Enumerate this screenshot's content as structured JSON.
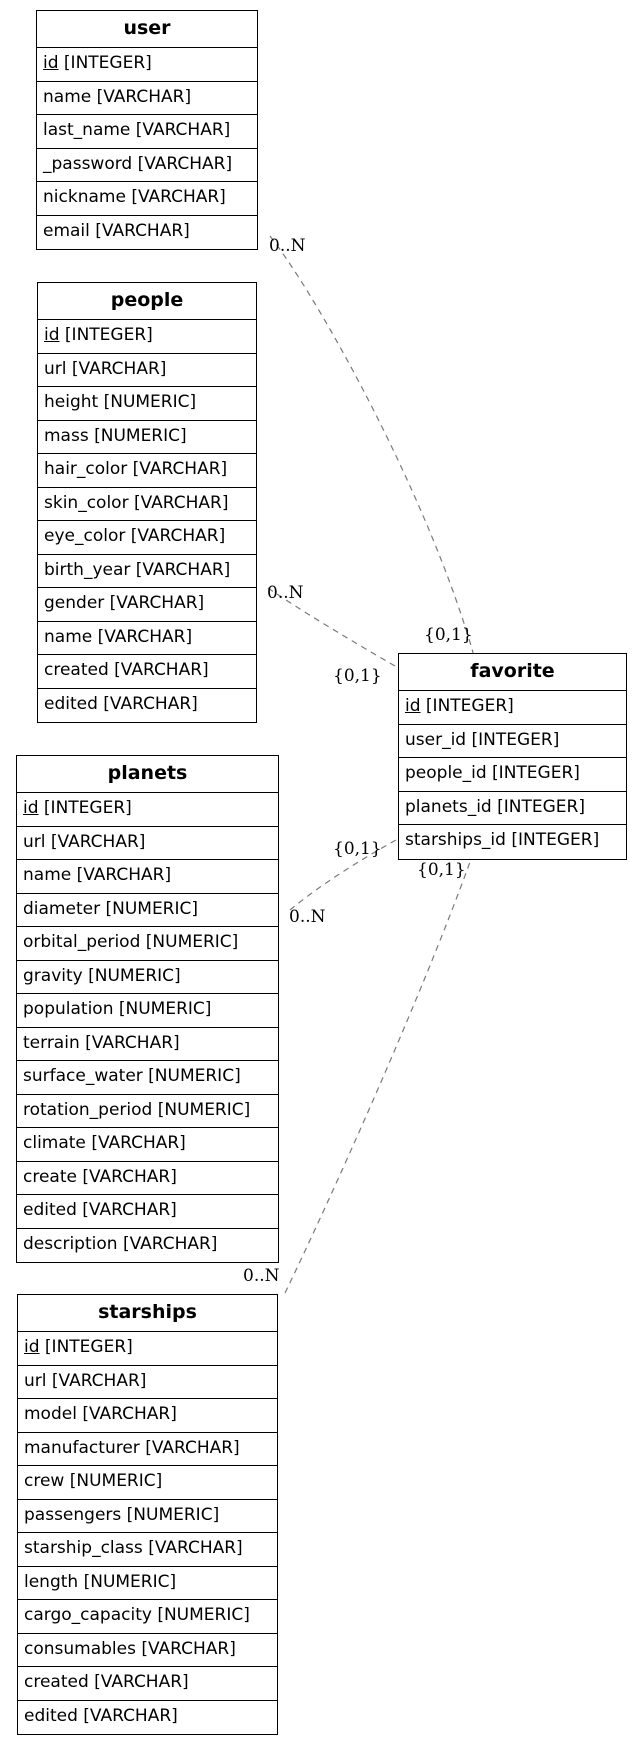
{
  "colors": {
    "border": "#000000",
    "relation_line": "#7a7a7a",
    "background": "#ffffff"
  },
  "entities": {
    "user": {
      "title": "user",
      "fields": [
        {
          "name": "id",
          "type": "[INTEGER]",
          "pk": true
        },
        {
          "name": "name",
          "type": "[VARCHAR]"
        },
        {
          "name": "last_name",
          "type": "[VARCHAR]"
        },
        {
          "name": "_password",
          "type": "[VARCHAR]"
        },
        {
          "name": "nickname",
          "type": "[VARCHAR]"
        },
        {
          "name": "email",
          "type": "[VARCHAR]"
        }
      ]
    },
    "people": {
      "title": "people",
      "fields": [
        {
          "name": "id",
          "type": "[INTEGER]",
          "pk": true
        },
        {
          "name": "url",
          "type": "[VARCHAR]"
        },
        {
          "name": "height",
          "type": "[NUMERIC]"
        },
        {
          "name": "mass",
          "type": "[NUMERIC]"
        },
        {
          "name": "hair_color",
          "type": "[VARCHAR]"
        },
        {
          "name": "skin_color",
          "type": "[VARCHAR]"
        },
        {
          "name": "eye_color",
          "type": "[VARCHAR]"
        },
        {
          "name": "birth_year",
          "type": "[VARCHAR]"
        },
        {
          "name": "gender",
          "type": "[VARCHAR]"
        },
        {
          "name": "name",
          "type": "[VARCHAR]"
        },
        {
          "name": "created",
          "type": "[VARCHAR]"
        },
        {
          "name": "edited",
          "type": "[VARCHAR]"
        }
      ]
    },
    "planets": {
      "title": "planets",
      "fields": [
        {
          "name": "id",
          "type": "[INTEGER]",
          "pk": true
        },
        {
          "name": "url",
          "type": "[VARCHAR]"
        },
        {
          "name": "name",
          "type": "[VARCHAR]"
        },
        {
          "name": "diameter",
          "type": "[NUMERIC]"
        },
        {
          "name": "orbital_period",
          "type": "[NUMERIC]"
        },
        {
          "name": "gravity",
          "type": "[NUMERIC]"
        },
        {
          "name": "population",
          "type": "[NUMERIC]"
        },
        {
          "name": "terrain",
          "type": "[VARCHAR]"
        },
        {
          "name": "surface_water",
          "type": "[NUMERIC]"
        },
        {
          "name": "rotation_period",
          "type": "[NUMERIC]"
        },
        {
          "name": "climate",
          "type": "[VARCHAR]"
        },
        {
          "name": "create",
          "type": "[VARCHAR]"
        },
        {
          "name": "edited",
          "type": "[VARCHAR]"
        },
        {
          "name": "description",
          "type": "[VARCHAR]"
        }
      ]
    },
    "starships": {
      "title": "starships",
      "fields": [
        {
          "name": "id",
          "type": "[INTEGER]",
          "pk": true
        },
        {
          "name": "url",
          "type": "[VARCHAR]"
        },
        {
          "name": "model",
          "type": "[VARCHAR]"
        },
        {
          "name": "manufacturer",
          "type": "[VARCHAR]"
        },
        {
          "name": "crew",
          "type": "[NUMERIC]"
        },
        {
          "name": "passengers",
          "type": "[NUMERIC]"
        },
        {
          "name": "starship_class",
          "type": "[VARCHAR]"
        },
        {
          "name": "length",
          "type": "[NUMERIC]"
        },
        {
          "name": "cargo_capacity",
          "type": "[NUMERIC]"
        },
        {
          "name": "consumables",
          "type": "[VARCHAR]"
        },
        {
          "name": "created",
          "type": "[VARCHAR]"
        },
        {
          "name": "edited",
          "type": "[VARCHAR]"
        }
      ]
    },
    "favorite": {
      "title": "favorite",
      "fields": [
        {
          "name": "id",
          "type": "[INTEGER]",
          "pk": true
        },
        {
          "name": "user_id",
          "type": "[INTEGER]"
        },
        {
          "name": "people_id",
          "type": "[INTEGER]"
        },
        {
          "name": "planets_id",
          "type": "[INTEGER]"
        },
        {
          "name": "starships_id",
          "type": "[INTEGER]"
        }
      ]
    }
  },
  "relations": [
    {
      "from": "user",
      "to": "favorite",
      "from_card": "0..N",
      "to_card": "{0,1}"
    },
    {
      "from": "people",
      "to": "favorite",
      "from_card": "0..N",
      "to_card": "{0,1}"
    },
    {
      "from": "planets",
      "to": "favorite",
      "from_card": "0..N",
      "to_card": "{0,1}"
    },
    {
      "from": "starships",
      "to": "favorite",
      "from_card": "0..N",
      "to_card": "{0,1}"
    }
  ]
}
